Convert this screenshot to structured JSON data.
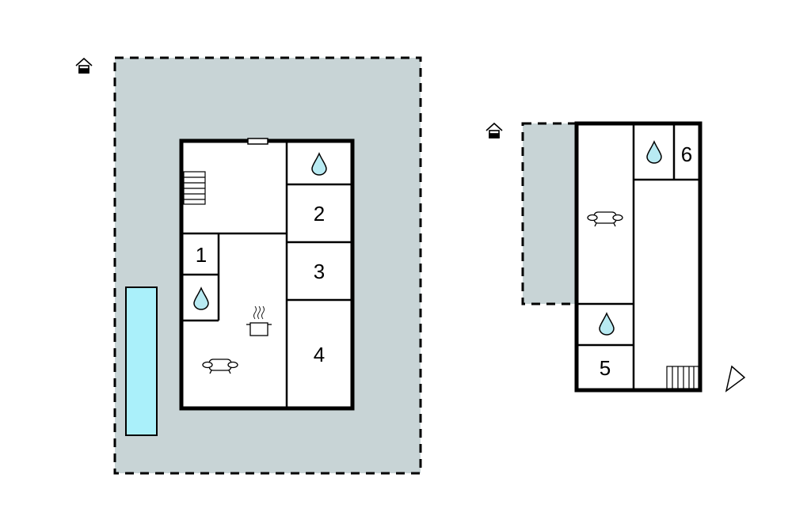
{
  "colors": {
    "yard": "#c8d4d6",
    "pool": "#aaf0fa",
    "water": "#b8eaf2",
    "wall": "#000000"
  },
  "rooms": {
    "r1": "1",
    "r2": "2",
    "r3": "3",
    "r4": "4",
    "r5": "5",
    "r6": "6"
  },
  "icons": [
    "house-entrance-icon",
    "water-drop-icon",
    "sofa-icon",
    "kitchen-pot-icon",
    "stairs-icon",
    "compass-north-icon"
  ]
}
